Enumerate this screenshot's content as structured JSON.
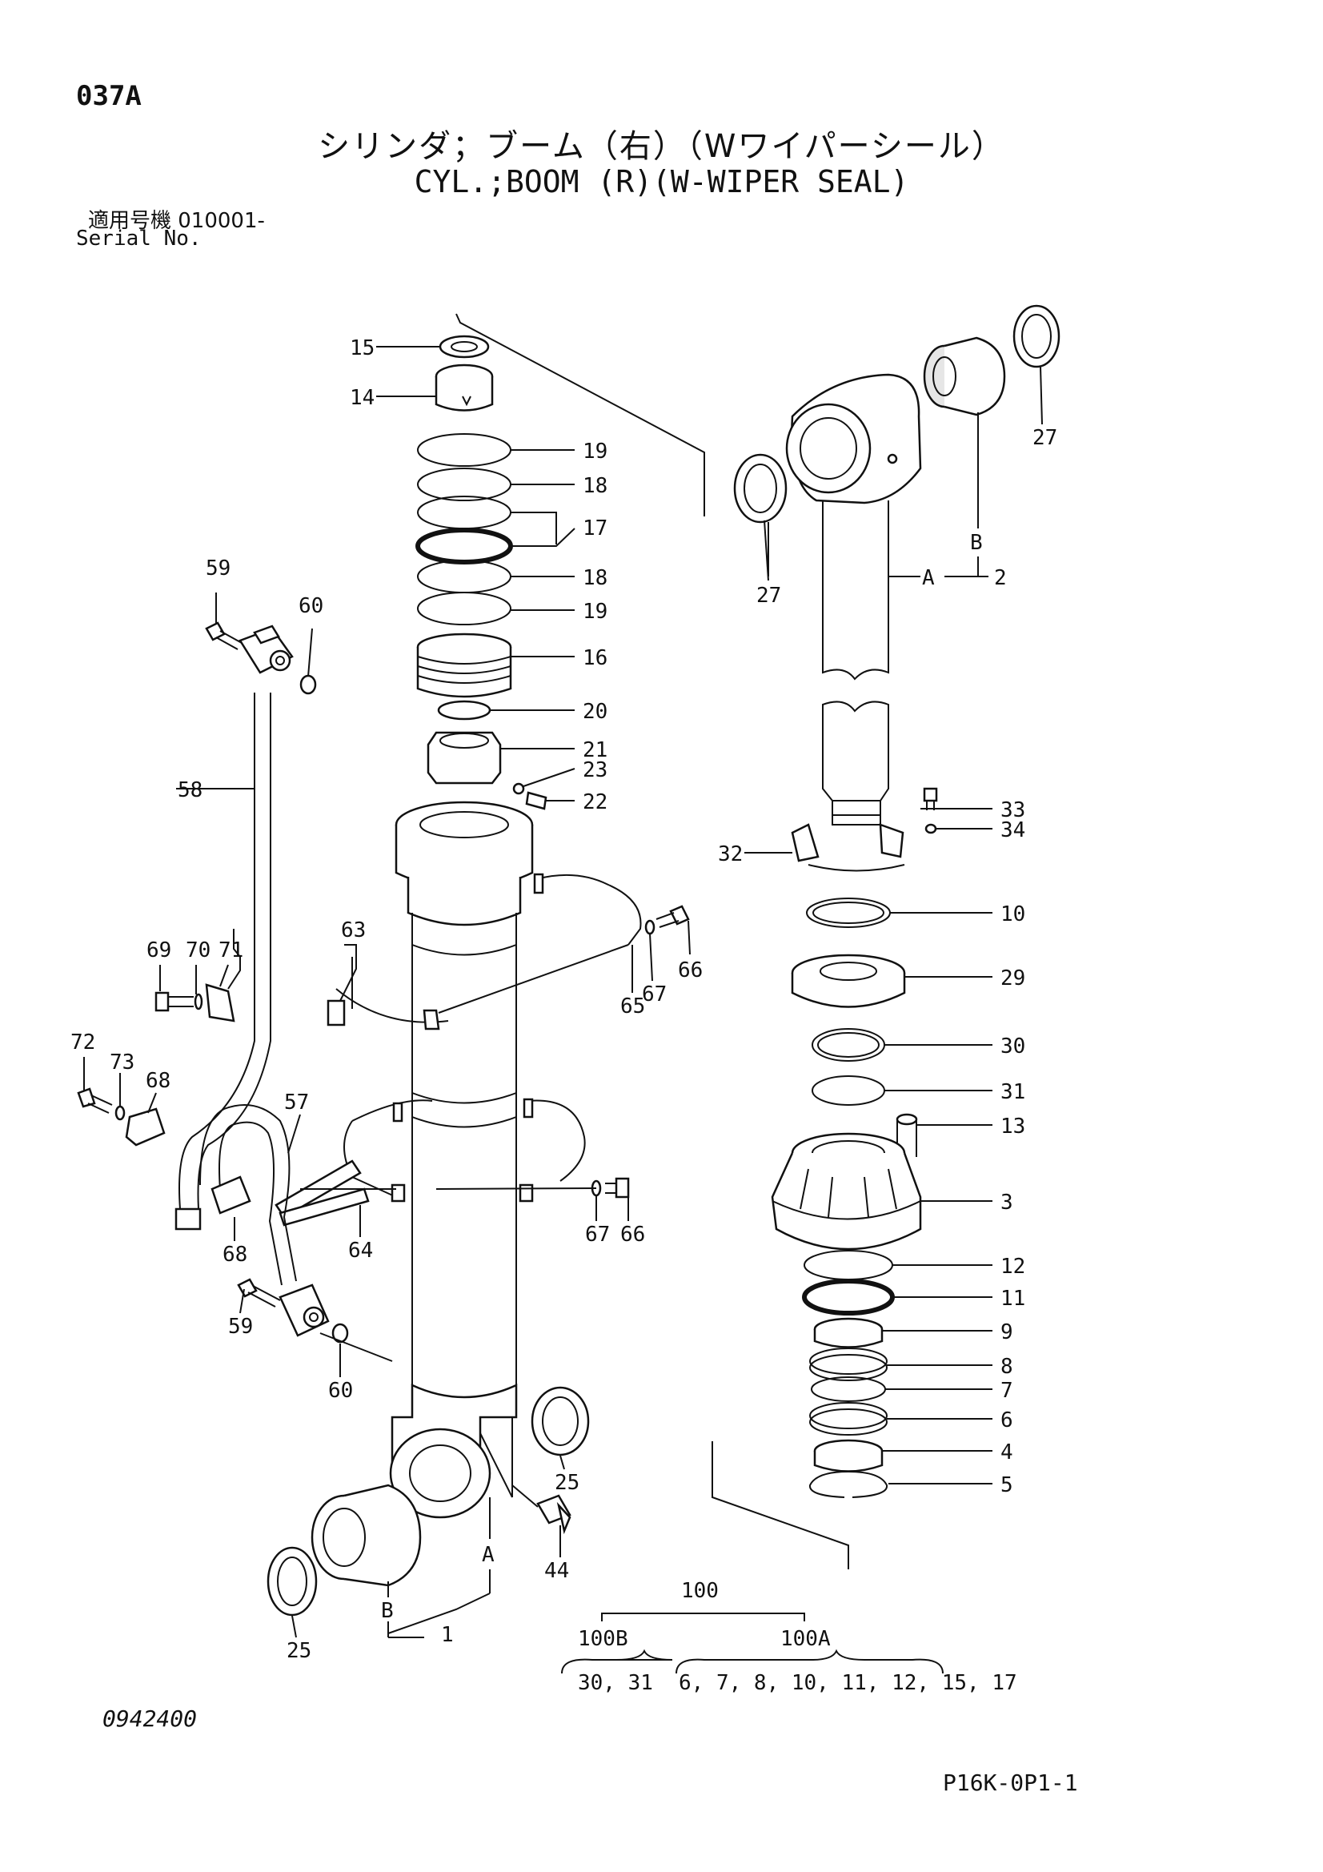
{
  "header": {
    "page_code": "037A",
    "title_jp": "シリンダ；ブーム（右）（Wワイパーシール）",
    "title_en": "CYL.;BOOM (R)(W-WIPER SEAL)",
    "serial_jp": "適用号機  010001-",
    "serial_en": "Serial No."
  },
  "footer": {
    "drawing_number": "0942400",
    "page_reference": "P16K-0P1-1"
  },
  "callouts": {
    "c1": "1",
    "c2": "2",
    "c3": "3",
    "c4": "4",
    "c5": "5",
    "c6": "6",
    "c7": "7",
    "c8": "8",
    "c9": "9",
    "c10": "10",
    "c11": "11",
    "c12": "12",
    "c13": "13",
    "c14": "14",
    "c15": "15",
    "c16": "16",
    "c17": "17",
    "c18": "18",
    "c19": "19",
    "c20": "20",
    "c21": "21",
    "c22": "22",
    "c23": "23",
    "c25": "25",
    "c27": "27",
    "c29": "29",
    "c30": "30",
    "c31": "31",
    "c32": "32",
    "c33": "33",
    "c34": "34",
    "c44": "44",
    "c57": "57",
    "c58": "58",
    "c59": "59",
    "c60": "60",
    "c63": "63",
    "c64": "64",
    "c65": "65",
    "c66": "66",
    "c67": "67",
    "c68": "68",
    "c69": "69",
    "c70": "70",
    "c71": "71",
    "c72": "72",
    "c73": "73"
  },
  "letters": {
    "A": "A",
    "B": "B"
  },
  "kits": {
    "kit_100": "100",
    "kit_100B": "100B",
    "kit_100A": "100A",
    "kit_100B_items": "30, 31",
    "kit_100A_items": "6, 7, 8, 10, 11, 12, 15, 17"
  }
}
